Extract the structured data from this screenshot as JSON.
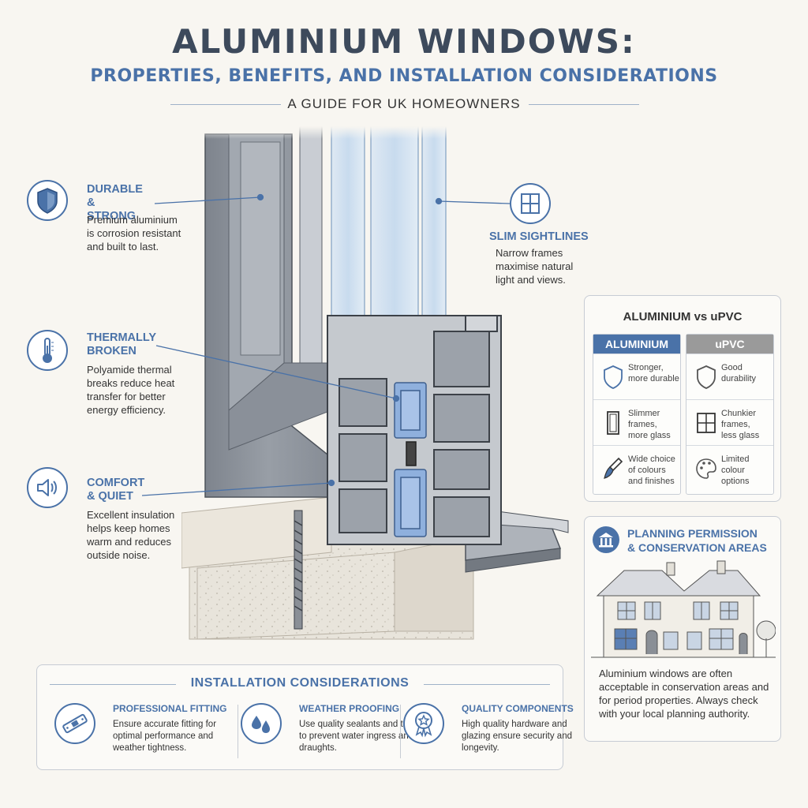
{
  "header": {
    "title": "ALUMINIUM WINDOWS:",
    "subtitle": "PROPERTIES, BENEFITS, AND INSTALLATION CONSIDERATIONS",
    "guide": "A GUIDE FOR UK HOMEOWNERS"
  },
  "features": {
    "durable": {
      "title_1": "Durable",
      "title_2": "& Strong",
      "desc": [
        "Premium aluminium",
        "is corrosion resistant",
        "and built to last."
      ],
      "icon": "shield-icon"
    },
    "thermal": {
      "title_1": "Thermally",
      "title_2": "Broken",
      "desc": [
        "Polyamide thermal",
        "breaks reduce heat",
        "transfer for better",
        "energy efficiency."
      ],
      "icon": "thermometer-icon"
    },
    "comfort": {
      "title_1": "Comfort",
      "title_2": "& Quiet",
      "desc": [
        "Excellent insulation",
        "helps keep homes",
        "warm and reduces",
        "outside noise."
      ],
      "icon": "speaker-icon"
    },
    "slim": {
      "title": "Slim Sightlines",
      "desc": [
        "Narrow frames",
        "maximise natural",
        "light and views."
      ],
      "icon": "window-icon"
    }
  },
  "comparison": {
    "title": "ALUMINIUM vs uPVC",
    "aluminium": {
      "header": "ALUMINIUM",
      "rows": [
        [
          "Stronger,",
          "more durable"
        ],
        [
          "Slimmer",
          "frames,",
          "more glass"
        ],
        [
          "Wide choice",
          "of colours",
          "and finishes"
        ]
      ]
    },
    "upvc": {
      "header": "uPVC",
      "rows": [
        [
          "Good",
          "durability"
        ],
        [
          "Chunkier",
          "frames,",
          "less glass"
        ],
        [
          "Limited",
          "colour",
          "options"
        ]
      ]
    }
  },
  "planning": {
    "title_1": "Planning Permission",
    "title_2": "& Conservation Areas",
    "desc": "Aluminium windows are often acceptable in conservation areas and for period properties. Always check with your local planning authority.",
    "icon": "building-icon"
  },
  "installation": {
    "title": "INSTALLATION CONSIDERATIONS",
    "items": [
      {
        "title": "Professional Fitting",
        "desc": "Ensure accurate fitting for optimal performance and weather tightness.",
        "icon": "spirit-level-icon"
      },
      {
        "title": "Weather Proofing",
        "desc": "Use quality sealants and tapes to prevent water ingress and draughts.",
        "icon": "water-drops-icon"
      },
      {
        "title": "Quality Components",
        "desc": "High quality hardware and glazing ensure security and longevity.",
        "icon": "award-badge-icon"
      }
    ]
  },
  "colors": {
    "accent": "#4a72a8",
    "title": "#3d4a5c",
    "frame": "#8a9099",
    "thermal_break": "#8fb0dd",
    "upvc_header": "#9a9a9a"
  }
}
